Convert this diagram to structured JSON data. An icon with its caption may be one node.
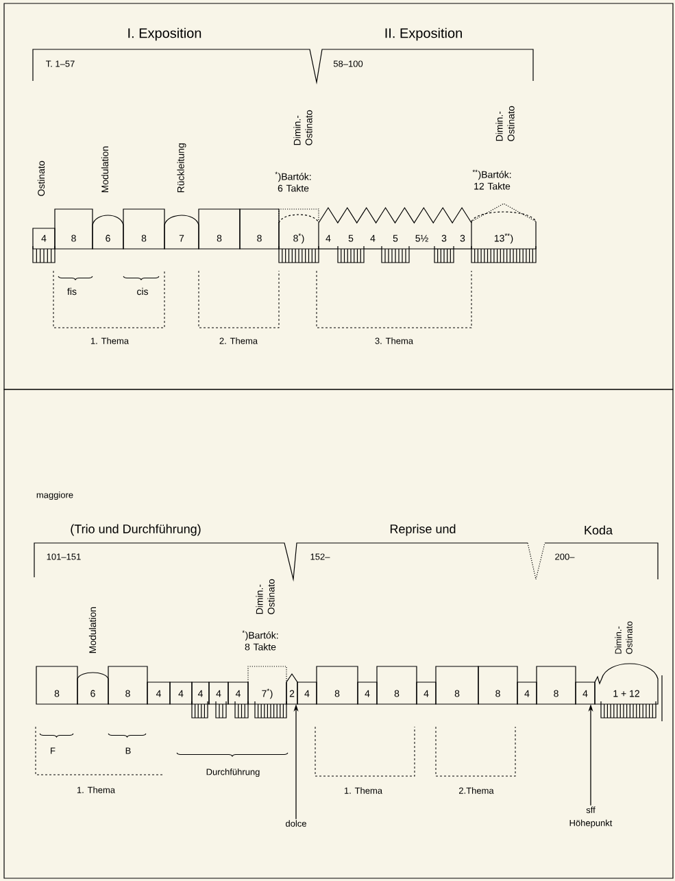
{
  "diagram": {
    "nodes": [
      {
        "text": [
          "4"
        ]
      },
      {
        "text": [
          "8"
        ]
      },
      {
        "text": [
          "6"
        ]
      },
      {
        "text": [
          "8"
        ]
      },
      {
        "text": [
          "7"
        ]
      },
      {
        "text": [
          "8"
        ]
      },
      {
        "text": [
          "8"
        ]
      },
      {
        "text": [
          "8$^{*}$)"
        ]
      },
      {
        "text": [
          "4"
        ]
      },
      {
        "text": [
          "5"
        ]
      },
      {
        "text": [
          "4"
        ]
      },
      {
        "text": [
          "5"
        ]
      },
      {
        "text": [
          "5½"
        ]
      },
      {
        "text": [
          "3"
        ]
      },
      {
        "text": [
          "3"
        ]
      },
      {
        "text": [
          "13$^{**}$)"
        ]
      },
      {
        "text": [
          "8"
        ]
      },
      {
        "text": [
          "6"
        ]
      },
      {
        "text": [
          "8"
        ]
      },
      {
        "text": [
          "4"
        ]
      },
      {
        "text": [
          "4"
        ]
      },
      {
        "text": [
          "4"
        ]
      },
      {
        "text": [
          "4"
        ]
      },
      {
        "text": [
          "4"
        ]
      },
      {
        "text": [
          "7$^{*}$)"
        ]
      },
      {
        "text": [
          "2"
        ]
      },
      {
        "text": [
          "4"
        ]
      },
      {
        "text": [
          "8"
        ]
      },
      {
        "text": [
          "4"
        ]
      },
      {
        "text": [
          "8"
        ]
      },
      {
        "text": [
          "4"
        ]
      },
      {
        "text": [
          "8"
        ]
      },
      {
        "text": [
          "8"
        ]
      },
      {
        "text": [
          "4"
        ]
      },
      {
        "text": [
          "8"
        ]
      },
      {
        "text": [
          "4"
        ]
      },
      {
        "text": [
          "1 + 12"
        ]
      },
      {
        "text": [
          "dolce"
        ]
      },
      {
        "text": [
          "sff",
          "Höhepunkt"
        ]
      }
    ],
    "edges": [
      {
        "from": 37,
        "to": 25,
        "arrow": "to"
      },
      {
        "from": 38,
        "to": 35,
        "arrow": "to"
      }
    ],
    "labels": [
      "I. Exposition",
      "II. Exposition",
      "T. 1–57",
      "58–100",
      "Ostinato",
      "Modulation",
      "Rückleitung",
      "Dimin.- Ostinato",
      "$^{*}$)Bartók: 6 Takte",
      "Dimin.- Ostinato",
      "$^{**}$)Bartók: 12 Takte",
      "fis",
      "cis",
      "1. Thema",
      "2. Thema",
      "3. Thema",
      "maggiore",
      "(Trio und Durchführung)",
      "Reprise und",
      "Koda",
      "101–151",
      "152–",
      "200–",
      "Modulation",
      "Dimin.- Ostinato",
      "$^{*}$)Bartók: 8 Takte",
      "Dimin.- Ostinato",
      "F",
      "B",
      "Durchführung",
      "1. Thema",
      "1. Thema",
      "2.Thema"
    ]
  }
}
